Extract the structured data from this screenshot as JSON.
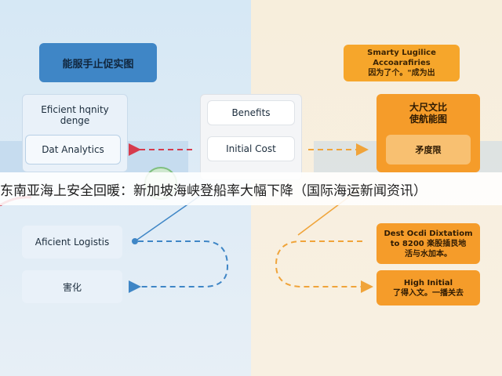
{
  "diagram": {
    "left": {
      "header": "能服手止促实图",
      "card_title": "Eficient hqnity\ndenge",
      "card_inner": "Dat Analytics",
      "logistics": "Aficient Logistis",
      "small": "害化"
    },
    "middle": {
      "benefits": "Benefits",
      "initial_cost": "Initial Cost"
    },
    "right": {
      "header": "Smarty Lugilice\nAccoarafiries\n因为了个。\"成为出",
      "card_title": "大尺文比\n使航能图",
      "card_inner": "矛度限",
      "destination": "Dest Ocdi Dixtatiom\nto 8200 楽股插艮地\n活与水加本。",
      "high_initial": "High Initial\n了得入文。一播关去"
    }
  },
  "banner": {
    "headline": "东南亚海上安全回暖：新加坡海峡登船率大幅下降（国际海运新闻资讯）"
  },
  "colors": {
    "blue": "#3f86c6",
    "orange": "#f6a62b",
    "arrow_red": "#d63b4d",
    "arrow_blue": "#3f86c6",
    "arrow_orange": "#f0a43a"
  }
}
